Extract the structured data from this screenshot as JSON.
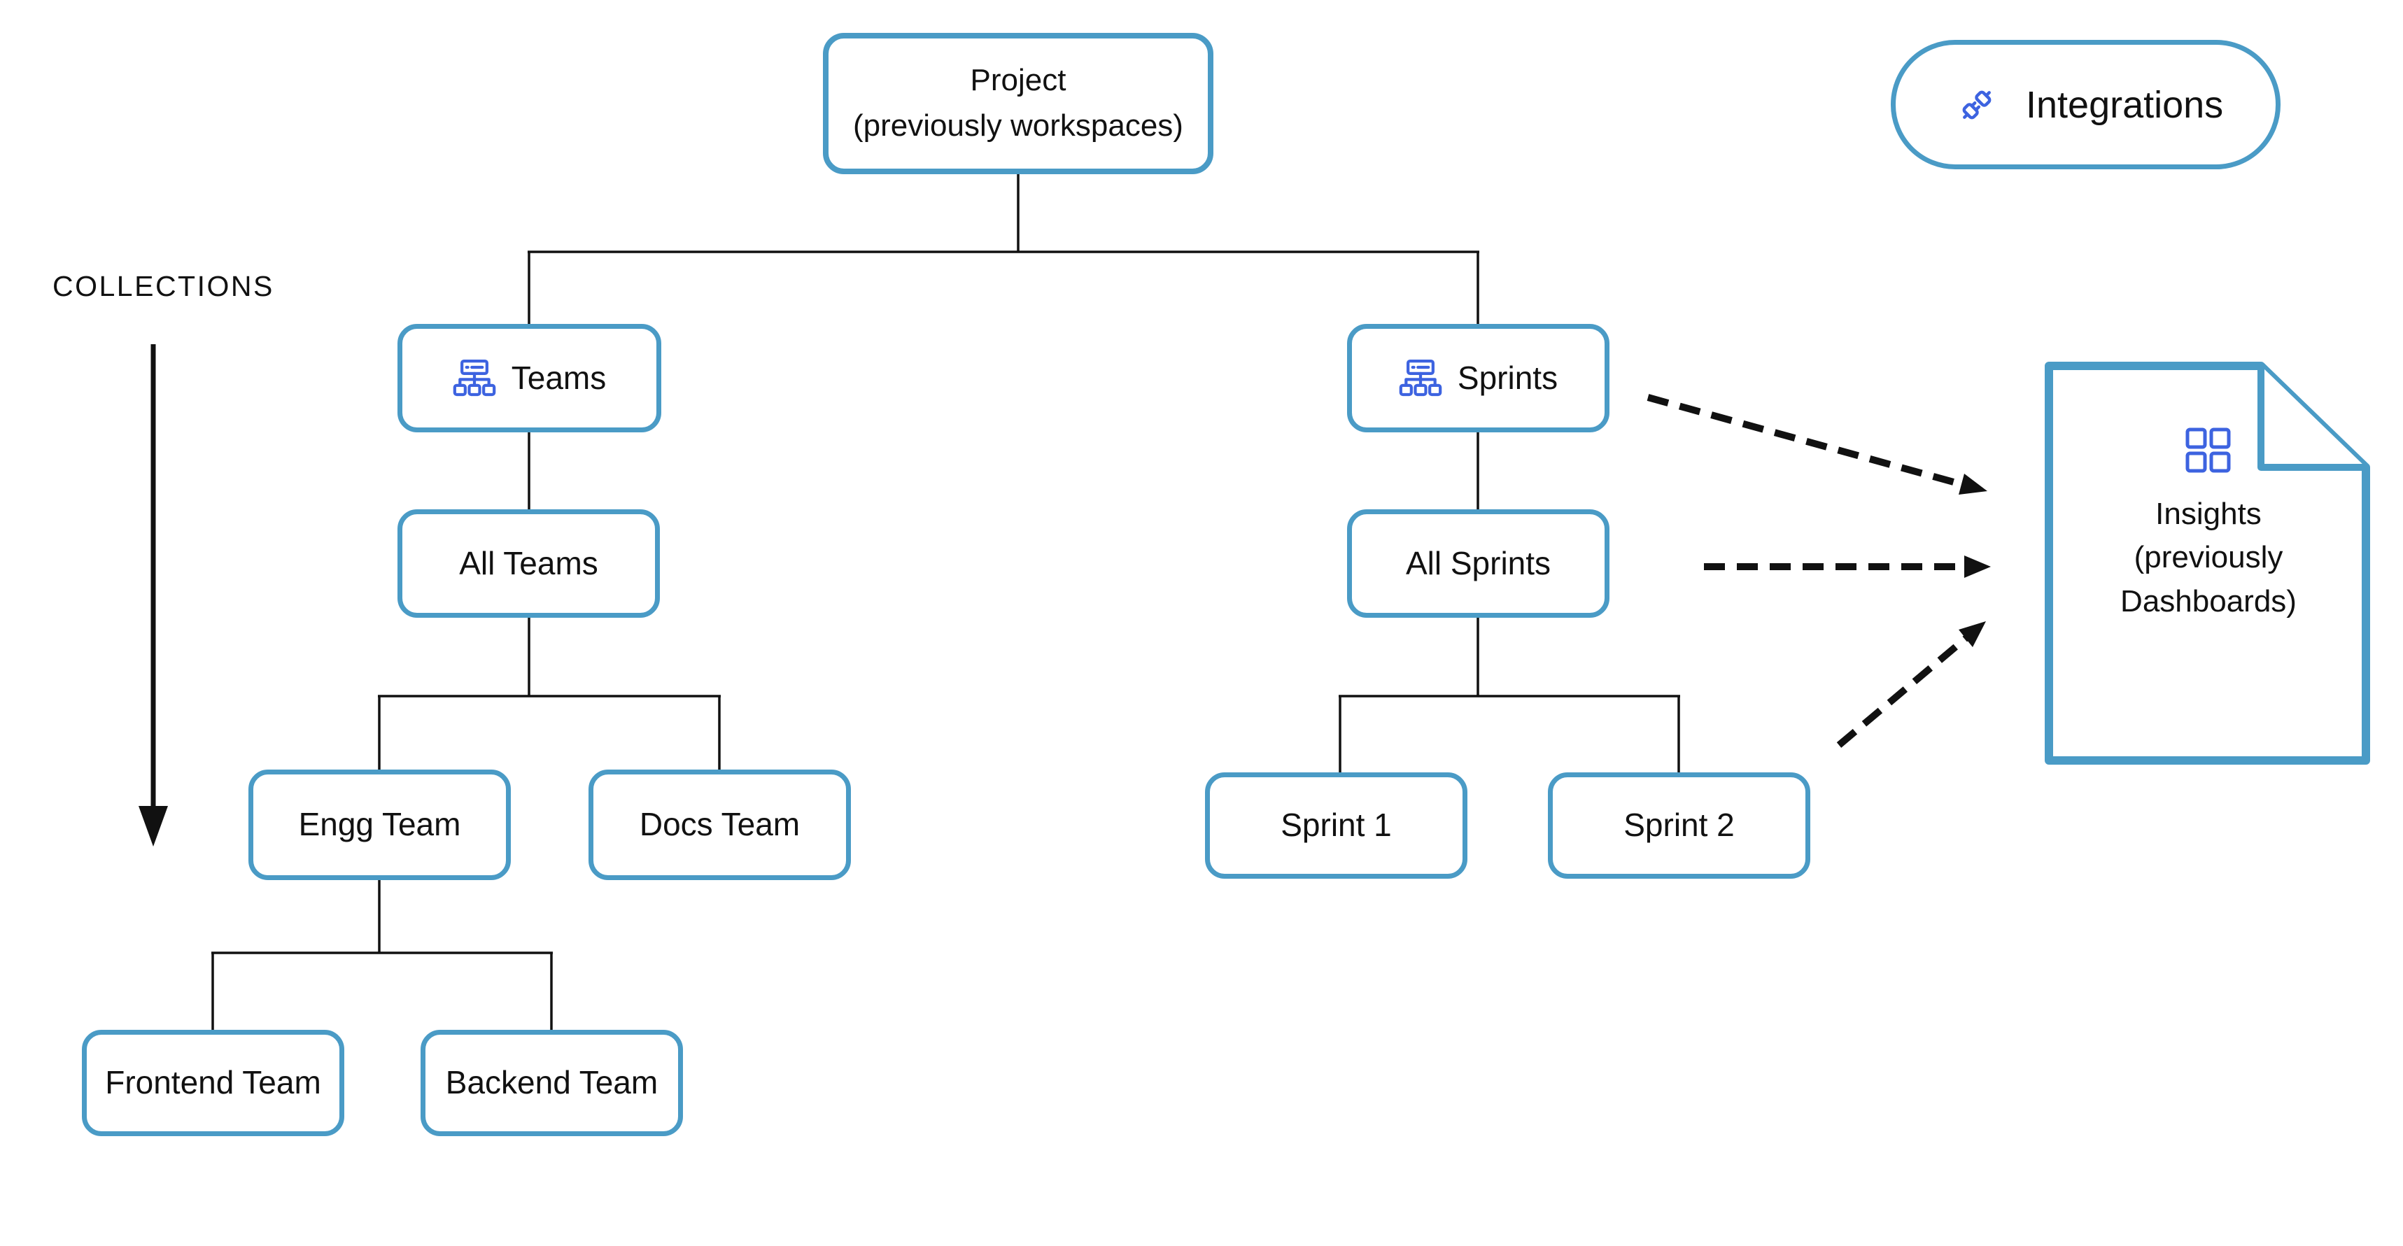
{
  "diagram": {
    "collections": {
      "label": "COLLECTIONS"
    },
    "integrations": {
      "label": "Integrations",
      "icon": "plug-icon"
    },
    "nodes": {
      "project": {
        "label": "Project",
        "sublabel": "(previously workspaces)"
      },
      "teams": {
        "label": "Teams",
        "icon": "org-chart-icon"
      },
      "all_teams": {
        "label": "All Teams"
      },
      "engg_team": {
        "label": "Engg Team"
      },
      "docs_team": {
        "label": "Docs Team"
      },
      "frontend_team": {
        "label": "Frontend Team"
      },
      "backend_team": {
        "label": "Backend Team"
      },
      "sprints": {
        "label": "Sprints",
        "icon": "org-chart-icon"
      },
      "all_sprints": {
        "label": "All Sprints"
      },
      "sprint_1": {
        "label": "Sprint 1"
      },
      "sprint_2": {
        "label": "Sprint 2"
      }
    },
    "insights": {
      "label": "Insights",
      "sublabel": "(previously Dashboards)",
      "icon": "dashboard-grid-icon"
    },
    "colors": {
      "node_border": "#4a9bc6",
      "icon_blue": "#3d63e0",
      "line": "#111111",
      "background": "#ffffff"
    }
  }
}
